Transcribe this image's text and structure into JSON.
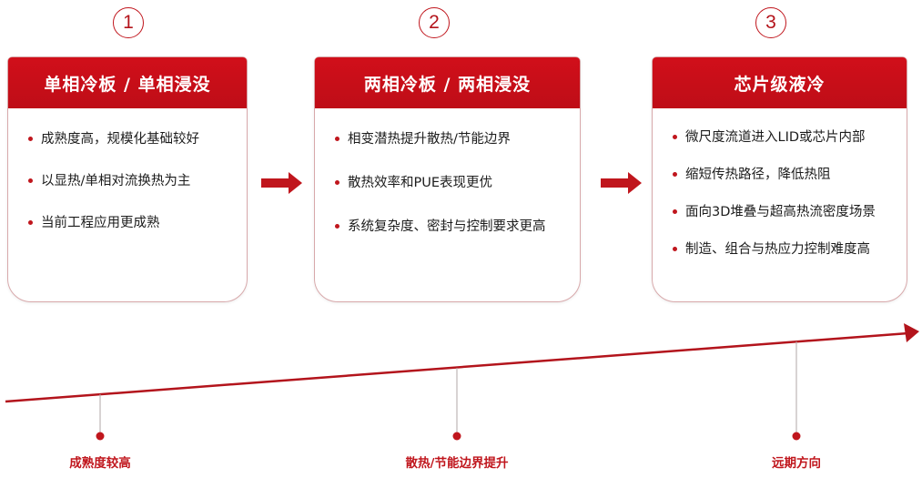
{
  "steps": [
    {
      "number": "1",
      "title": "单相冷板 / 单相浸没",
      "bullets": [
        "成熟度高，规模化基础较好",
        "以显热/单相对流换热为主",
        "当前工程应用更成熟"
      ]
    },
    {
      "number": "2",
      "title": "两相冷板 / 两相浸没",
      "bullets": [
        "相变潜热提升散热/节能边界",
        "散热效率和PUE表现更优",
        "系统复杂度、密封与控制要求更高"
      ]
    },
    {
      "number": "3",
      "title": "芯片级液冷",
      "bullets": [
        "微尺度流道进入LID或芯片内部",
        "缩短传热路径，降低热阻",
        "面向3D堆叠与超高热流密度场景",
        "制造、组合与热应力控制难度高"
      ]
    }
  ],
  "timeline": {
    "labels": [
      "成熟度较高",
      "散热/节能边界提升",
      "远期方向"
    ]
  },
  "colors": {
    "accent": "#c0161d",
    "card_border": "#d8a9ab",
    "timeline_line": "#b3141c"
  }
}
